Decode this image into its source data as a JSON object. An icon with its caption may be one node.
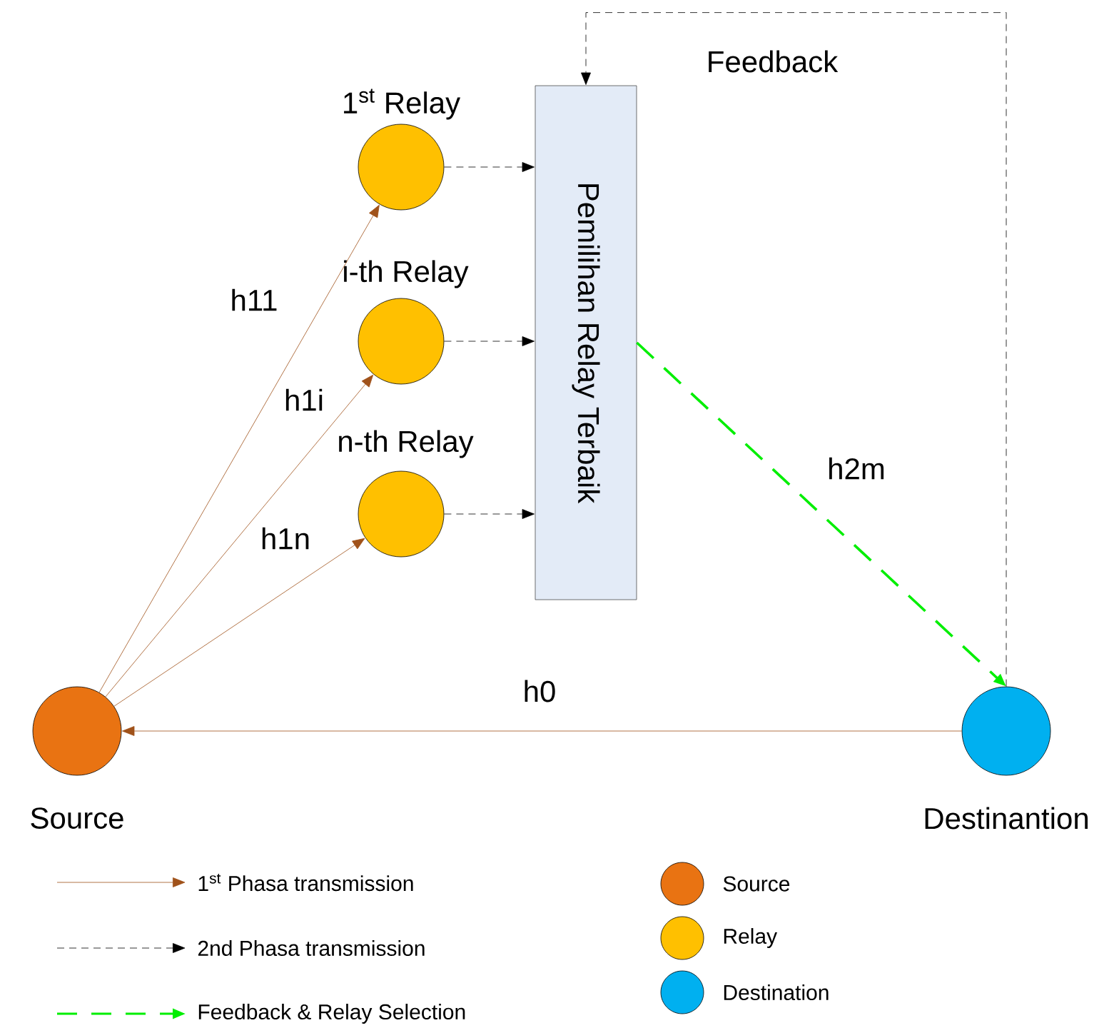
{
  "diagram": {
    "nodes": [
      {
        "text": [
          "Source"
        ]
      },
      {
        "text": [
          "1$^{st}$ Relay"
        ]
      },
      {
        "text": [
          "i-th Relay"
        ]
      },
      {
        "text": [
          "n-th Relay"
        ]
      },
      {
        "text": [
          "Pemilihan Relay Terbaik"
        ]
      },
      {
        "text": [
          "Destinantion"
        ]
      }
    ],
    "edges": [
      {
        "from": 0,
        "to": 1,
        "arrow": "to",
        "label": "h11"
      },
      {
        "from": 0,
        "to": 2,
        "arrow": "to",
        "label": "h1i"
      },
      {
        "from": 0,
        "to": 3,
        "arrow": "to",
        "label": "h1n"
      },
      {
        "from": 1,
        "to": 4,
        "arrow": "to",
        "style": "dashed",
        "color": "#000000"
      },
      {
        "from": 2,
        "to": 4,
        "arrow": "to",
        "style": "dashed",
        "color": "#000000"
      },
      {
        "from": 3,
        "to": 4,
        "arrow": "to",
        "style": "dashed",
        "color": "#000000"
      },
      {
        "from": 4,
        "to": 5,
        "arrow": "to",
        "style": "dashed",
        "color": "#00ee00",
        "label": "h2m"
      },
      {
        "from": 5,
        "to": 0,
        "arrow": "to",
        "label": "h0"
      },
      {
        "from": 5,
        "to": 4,
        "arrow": "to",
        "style": "dashed",
        "color": "#000000",
        "label": "Feedback"
      }
    ],
    "legend": [
      {
        "text": "1$^{st}$ Phasa transmission"
      },
      {
        "text": "2nd Phasa transmission"
      },
      {
        "text": "Feedback & Relay Selection"
      },
      {
        "text": "Source",
        "color": "#e97312"
      },
      {
        "text": "Relay",
        "color": "#ffc000"
      },
      {
        "text": "Destination",
        "color": "#00b0f0"
      }
    ]
  }
}
